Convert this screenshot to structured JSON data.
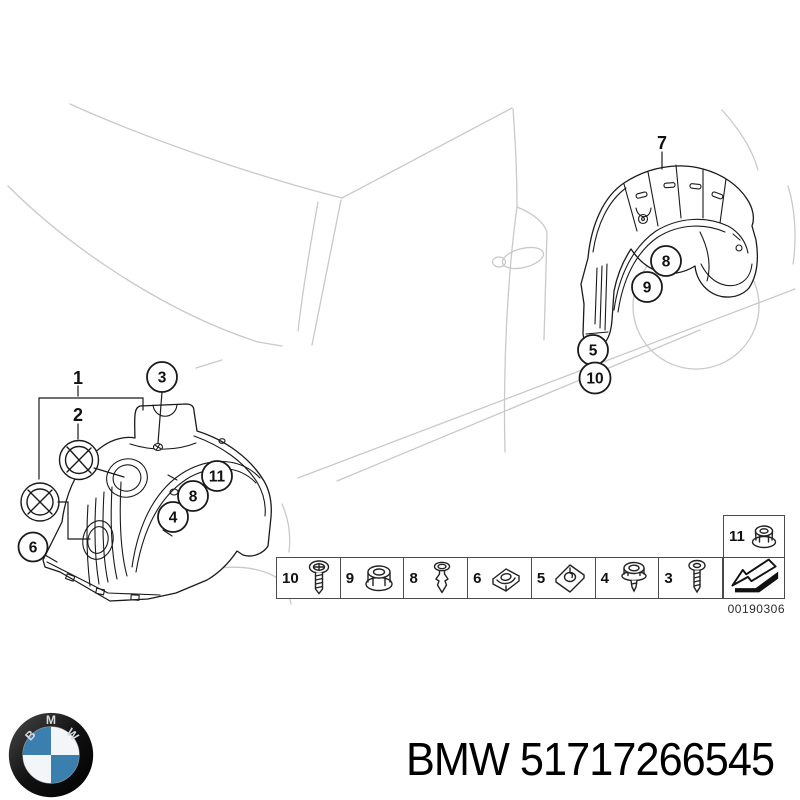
{
  "figure": {
    "labels": {
      "group1": "1",
      "group2": "2",
      "rear_liner": "7"
    },
    "front_callouts": [
      "3",
      "4",
      "8",
      "11",
      "6"
    ],
    "rear_callouts": [
      "8",
      "9",
      "5",
      "10"
    ],
    "ink_color": "#1a1a1a",
    "car_line_color": "#c9c9c9"
  },
  "strip": {
    "cells": [
      {
        "label": "10",
        "icon": "screw-icon"
      },
      {
        "label": "9",
        "icon": "flange-nut-icon"
      },
      {
        "label": "8",
        "icon": "expansion-rivet-icon"
      },
      {
        "label": "6",
        "icon": "clamp-nut-icon"
      },
      {
        "label": "5",
        "icon": "speed-nut-icon"
      },
      {
        "label": "4",
        "icon": "bolt-washer-icon"
      },
      {
        "label": "3",
        "icon": "pan-screw-icon"
      }
    ],
    "corner_cell": {
      "label": "11",
      "icon": "flange-nut-icon"
    },
    "image_code": "00190306"
  },
  "footer": {
    "brand": "BMW",
    "part_number": "51717266545",
    "logo_letters": {
      "b": "B",
      "m": "M",
      "w": "W"
    },
    "logo_blue": "#3b7fae"
  }
}
